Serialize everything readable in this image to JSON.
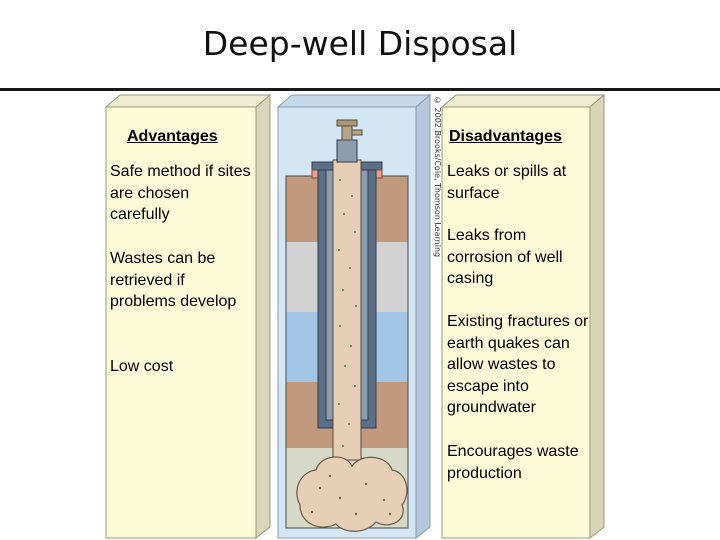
{
  "title": "Deep-well Disposal",
  "advantages": {
    "heading": "Advantages",
    "items": [
      "Safe method if sites are chosen carefully",
      "Wastes can be retrieved if problems develop",
      "Low cost"
    ]
  },
  "disadvantages": {
    "heading": "Disadvantages",
    "items": [
      "Leaks or spills at surface",
      "Leaks from corrosion of well casing",
      "Existing fractures or earth quakes can allow wastes to escape into groundwater",
      "Encourages waste production"
    ]
  },
  "credit": "© 2002 Brooks/Cole, Thomson Learning",
  "colors": {
    "panel": "#fdfad8",
    "panel_edge": "#d8d5b8",
    "well_bg": "#d4e6f4",
    "rock_brown": "#c19a7e",
    "rock_gray": "#d2d2d2",
    "aquifer_blue": "#a3c5e6",
    "casing": "#5d6f86",
    "waste": "#e6cfb6"
  }
}
